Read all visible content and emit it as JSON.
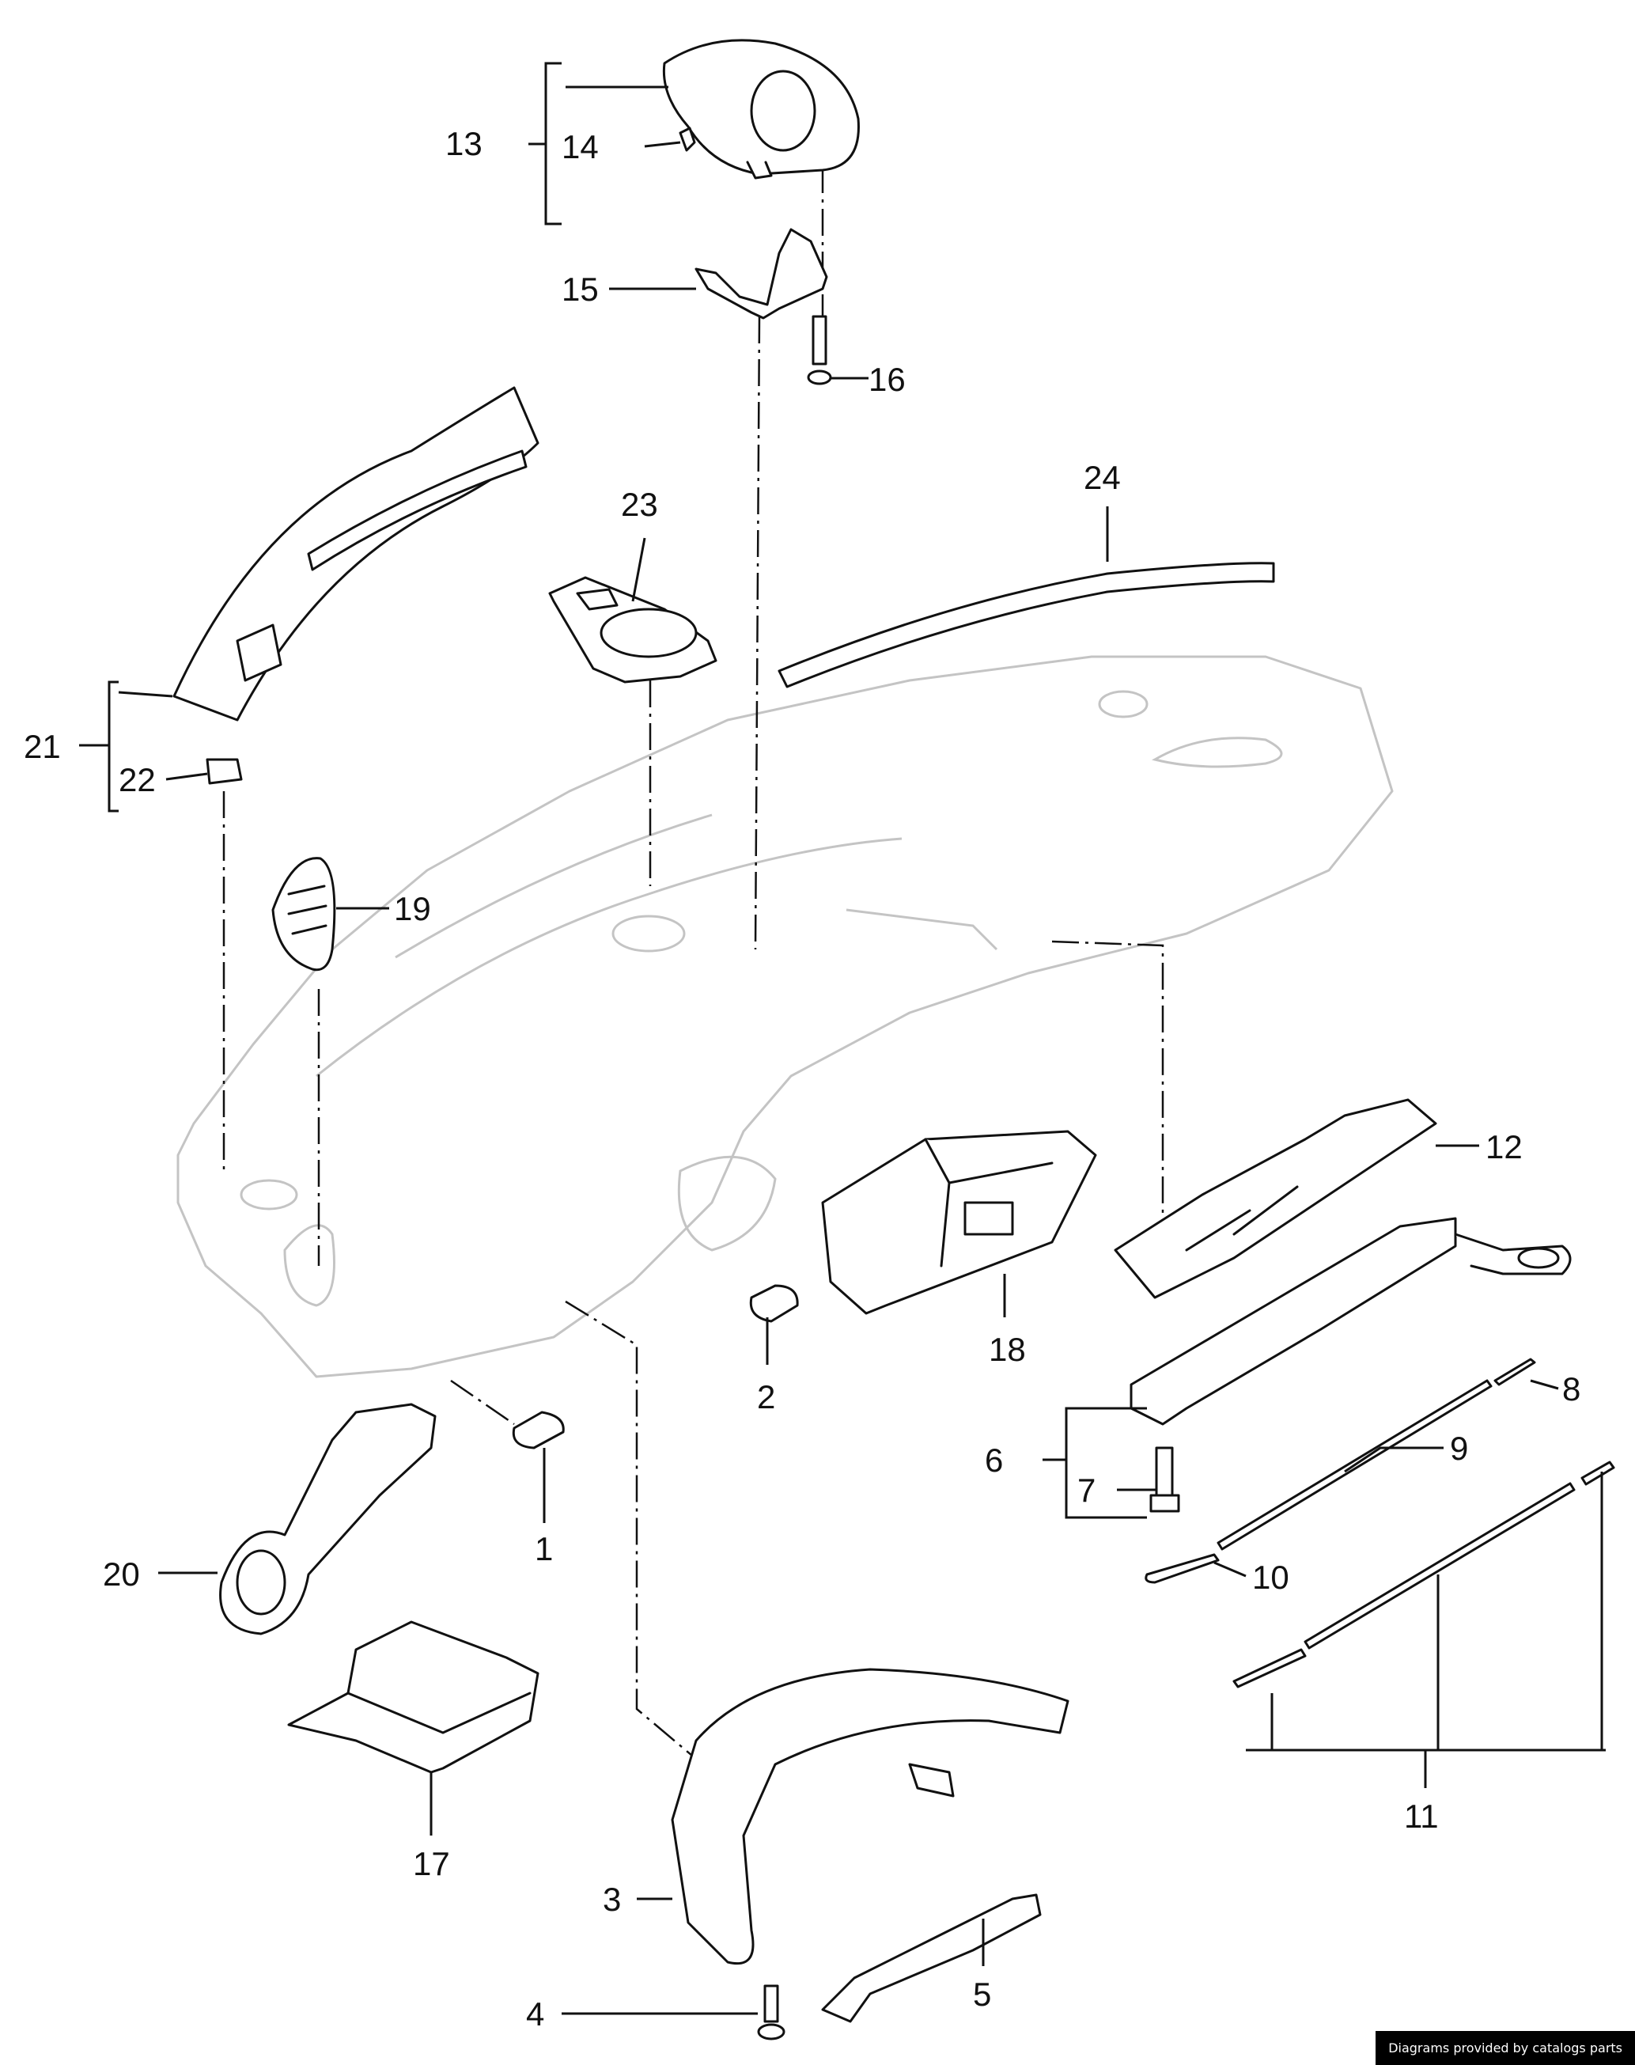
{
  "diagram": {
    "callouts": [
      "1",
      "2",
      "3",
      "4",
      "5",
      "6",
      "7",
      "8",
      "9",
      "10",
      "11",
      "12",
      "13",
      "14",
      "15",
      "16",
      "17",
      "18",
      "19",
      "20",
      "21",
      "22",
      "23",
      "24"
    ]
  },
  "credit": "Diagrams provided by catalogs parts",
  "colors": {
    "line": "#111111",
    "ghost": "#c4c4c4",
    "background": "#ffffff"
  }
}
